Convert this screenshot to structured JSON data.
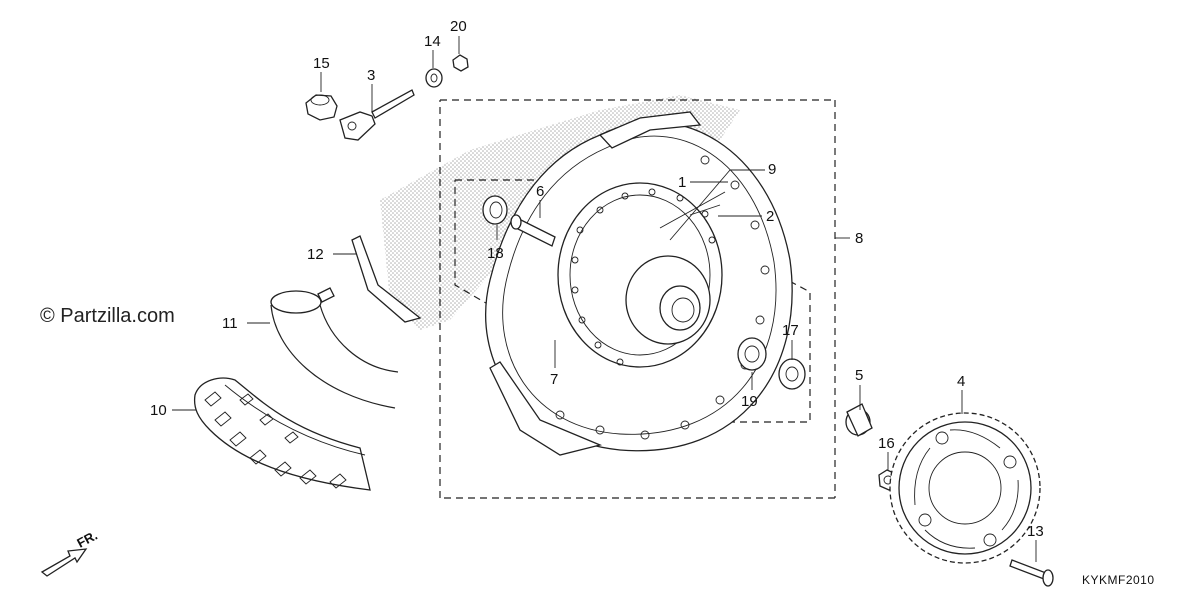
{
  "watermark": "© Partzilla.com",
  "diagram_code": "KYKMF2010",
  "direction_label": "FR.",
  "callouts": [
    {
      "id": "c1",
      "text": "1"
    },
    {
      "id": "c2",
      "text": "2"
    },
    {
      "id": "c3",
      "text": "3"
    },
    {
      "id": "c4",
      "text": "4"
    },
    {
      "id": "c5",
      "text": "5"
    },
    {
      "id": "c6",
      "text": "6"
    },
    {
      "id": "c7",
      "text": "7"
    },
    {
      "id": "c8",
      "text": "8"
    },
    {
      "id": "c9",
      "text": "9"
    },
    {
      "id": "c10",
      "text": "10"
    },
    {
      "id": "c11",
      "text": "11"
    },
    {
      "id": "c12",
      "text": "12"
    },
    {
      "id": "c13",
      "text": "13"
    },
    {
      "id": "c14",
      "text": "14"
    },
    {
      "id": "c15",
      "text": "15"
    },
    {
      "id": "c16",
      "text": "16"
    },
    {
      "id": "c17",
      "text": "17"
    },
    {
      "id": "c18",
      "text": "18"
    },
    {
      "id": "c19",
      "text": "19"
    },
    {
      "id": "c20",
      "text": "20"
    }
  ],
  "colors": {
    "line": "#222222",
    "background": "#ffffff",
    "shade": "#cfcfcf"
  }
}
